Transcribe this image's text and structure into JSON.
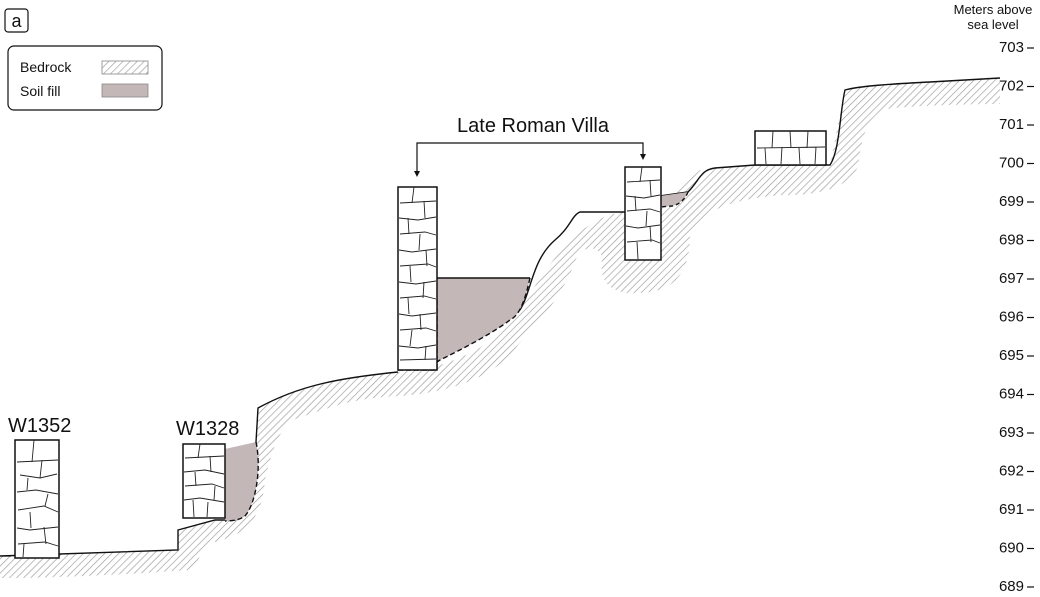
{
  "panel_label": "a",
  "legend": {
    "items": [
      {
        "label": "Bedrock",
        "swatch": "hatch"
      },
      {
        "label": "Soil fill",
        "swatch": "fill"
      }
    ]
  },
  "colors": {
    "soil_fill": "#c4b7b7",
    "bedrock_hatch": "#9a9a9a",
    "line": "#111111"
  },
  "axis": {
    "title_line1": "Meters above",
    "title_line2": "sea level",
    "ticks": [
      "703",
      "702",
      "701",
      "700",
      "699",
      "698",
      "697",
      "696",
      "695",
      "694",
      "693",
      "692",
      "691",
      "690",
      "689"
    ]
  },
  "labels": {
    "villa": "Late Roman Villa",
    "wall_w1352": "W1352",
    "wall_w1328": "W1328"
  }
}
